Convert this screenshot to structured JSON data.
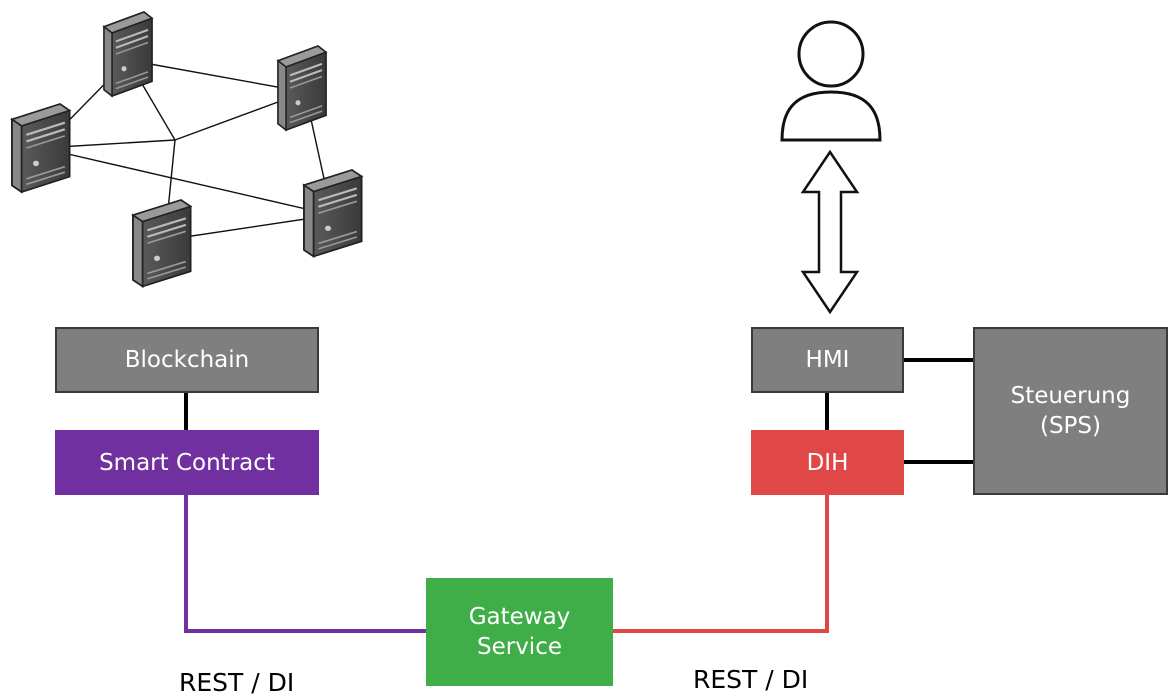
{
  "boxes": {
    "blockchain": "Blockchain",
    "smart_contract": "Smart Contract",
    "hmi": "HMI",
    "dih": "DIH",
    "steuerung": "Steuerung\n(SPS)",
    "gateway": "Gateway\nService"
  },
  "labels": {
    "left_connection": "REST / DI",
    "right_connection": "REST / DI"
  },
  "colors": {
    "gray_box": "#7f7f7f",
    "smart_contract": "#7030a0",
    "dih": "#e04848",
    "gateway": "#3fae49"
  },
  "icons": {
    "network": "server-network-icon",
    "user": "user-icon",
    "arrow": "double-arrow-icon"
  }
}
